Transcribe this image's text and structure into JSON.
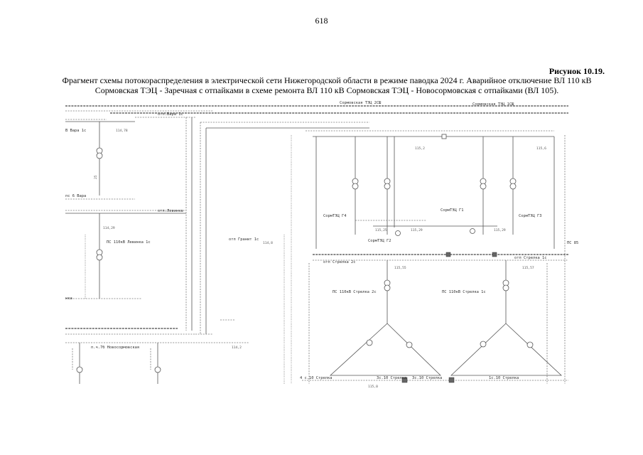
{
  "page": {
    "number": "618",
    "figure_label": "Рисунок 10.19.",
    "caption_lines": [
      "Фрагмент схемы потокораспределения в электрической сети Нижегородской области в режиме паводка 2024 г. Аварийное отключение ВЛ 110 кВ",
      "Сормовская ТЭЦ - Заречная с отпайками в схеме ремонта ВЛ 110 кВ Сормовская ТЭЦ - Новосормовская с отпайками (ВЛ 105)."
    ]
  },
  "diagram": {
    "labels": {
      "sormovskaya_bus_2": "Сормовская ТЭЦ 2СШ",
      "sormovskaya_bus_1": "Сормовская ТЭЦ 1СШ",
      "b_vara": "В Вара 1с",
      "ps6_vara": "пс 6 Вара",
      "otp_vara": "отп.Вара 1с",
      "otp_levinka": "отп.Левинка",
      "ps_levinka": "ПС 110кВ Левинка 1с",
      "otp_granit": "отп Гранит 1с",
      "sorm_g4": "СормТЭЦ Г4",
      "sorm_g1": "СормТЭЦ Г1",
      "sorm_g2": "СормТЭЦ Г2",
      "sorm_g3": "СормТЭЦ Г3",
      "ps_85": "ПС 85",
      "otp_strelka_2": "отп Стрелка 2с",
      "otp_strelka_1": "отп Стрелка 1с",
      "ps_strelka_2": "ПС 110кВ Стрелка 2с",
      "ps_strelka_1": "ПС 110кВ Стрелка 1с",
      "tp_novosormovskaya": "п.ч.7б Новосормовская",
      "bottom_strelka_4": "4 с.10 Стрелка",
      "bottom_strelka_3": "3с.10 Стрелка",
      "bottom_strelka_3b": "3с.10 Стрелка",
      "bottom_strelka_1": "1с.10 Стрелка",
      "left_edge": "нка",
      "values": {
        "v_vara_top": "114,78",
        "v_levinka": "114,29",
        "v_sorm_left": "115,2",
        "v_sorm_right": "115,6",
        "v_g2": "115,29",
        "v_g1": "115,29",
        "v_strelka": "115,55",
        "v_strelka_r": "115,57",
        "v_mid": "114,8",
        "v_bottom_left": "114,2",
        "v_misc_1": "115,25",
        "v_misc_2": "115,0"
      }
    }
  }
}
